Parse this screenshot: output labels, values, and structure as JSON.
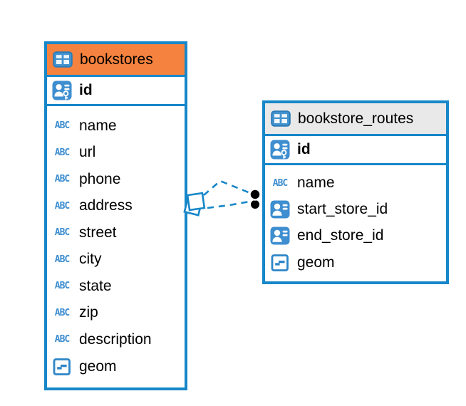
{
  "diagram": {
    "tables": [
      {
        "name": "bookstores",
        "header_color": "#F5823E",
        "key_columns": [
          {
            "name": "id",
            "icon": "primary-key",
            "bold": true
          }
        ],
        "columns": [
          {
            "name": "name",
            "icon": "text"
          },
          {
            "name": "url",
            "icon": "text"
          },
          {
            "name": "phone",
            "icon": "text"
          },
          {
            "name": "address",
            "icon": "text"
          },
          {
            "name": "street",
            "icon": "text"
          },
          {
            "name": "city",
            "icon": "text"
          },
          {
            "name": "state",
            "icon": "text"
          },
          {
            "name": "zip",
            "icon": "text"
          },
          {
            "name": "description",
            "icon": "text"
          },
          {
            "name": "geom",
            "icon": "geometry"
          }
        ]
      },
      {
        "name": "bookstore_routes",
        "header_color": "#E9E9E9",
        "key_columns": [
          {
            "name": "id",
            "icon": "primary-key",
            "bold": true
          }
        ],
        "columns": [
          {
            "name": "name",
            "icon": "text"
          },
          {
            "name": "start_store_id",
            "icon": "foreign-key"
          },
          {
            "name": "end_store_id",
            "icon": "foreign-key"
          },
          {
            "name": "geom",
            "icon": "geometry"
          }
        ]
      }
    ],
    "relation": {
      "from_table": "bookstores",
      "to_table": "bookstore_routes",
      "line_style": "dashed",
      "line_count": 2,
      "color": "#1787C9"
    },
    "colors": {
      "table_border": "#1787C9",
      "icon_blue": "#3E8ED0",
      "header_orange": "#F5823E",
      "header_gray": "#E9E9E9",
      "text_color": "#000000",
      "background": "#ffffff"
    }
  }
}
